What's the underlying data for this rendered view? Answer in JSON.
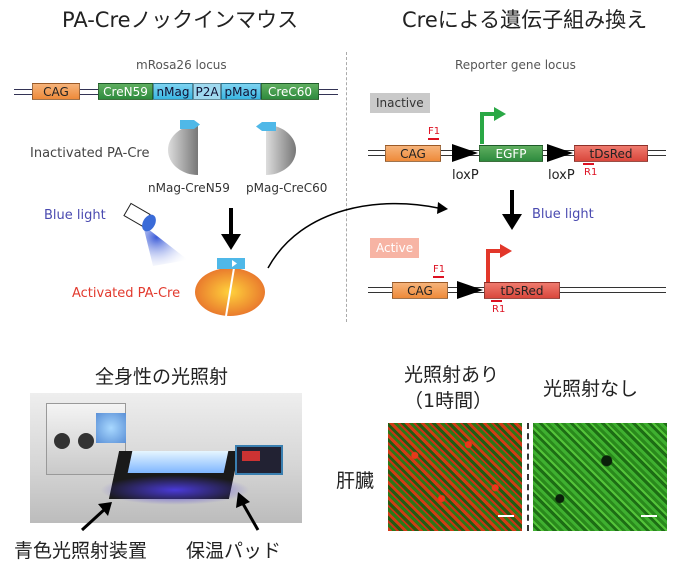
{
  "left_title": "PA-Creノックインマウス",
  "right_title": "Creによる遺伝子組み換え",
  "mrosa_label": "mRosa26 locus",
  "reporter_label": "Reporter gene locus",
  "cag": "CAG",
  "cren59": "CreN59",
  "nmag": "nMag",
  "p2a": "P2A",
  "pmag": "pMag",
  "crec60": "CreC60",
  "inactivated": "Inactivated PA-Cre",
  "nmag_cren59": "nMag-CreN59",
  "pmag_crec60": "pMag-CreC60",
  "blue_light": "Blue light",
  "activated": "Activated PA-Cre",
  "inactive": "Inactive",
  "active": "Active",
  "egfp": "EGFP",
  "tdsred": "tDsRed",
  "loxp": "loxP",
  "f1": "F1",
  "r1": "R1",
  "whole_body": "全身性の光照射",
  "device": "青色光照射装置",
  "pad": "保温パッド",
  "with_light": "光照射あり",
  "one_hour": "（1時間）",
  "without_light": "光照射なし",
  "liver": "肝臓",
  "colors": {
    "cag": "#ee8a3a",
    "cre": "#2e8b3e",
    "mag": "#39b6e3",
    "tdsred": "#d9473c",
    "blue_text": "#4a4ab0",
    "red_text": "#e23a2e"
  }
}
